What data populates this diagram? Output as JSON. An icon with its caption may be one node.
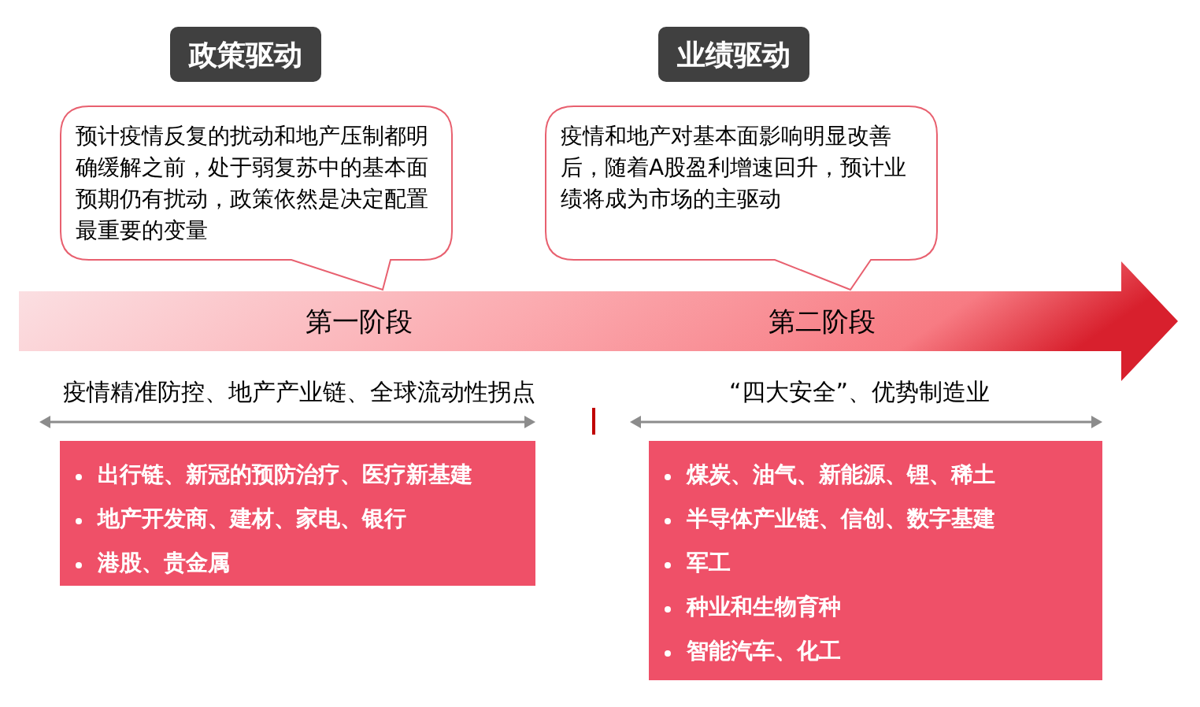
{
  "diagram": {
    "nodes": [
      {
        "text": [
          "政策驱动"
        ]
      },
      {
        "text": [
          "业绩驱动"
        ]
      },
      {
        "text": [
          "预计疫情反复的扰动和地产压制都明确缓解之前，处于弱复苏中的基本面预期仍有扰动，政策依然是决定配置最重要的变量"
        ]
      },
      {
        "text": [
          "疫情和地产对基本面影响明显改善后，随着A股盈利增速回升，预计业绩将成为市场的主驱动"
        ]
      },
      {
        "text": [
          "第一阶段",
          "第二阶段"
        ]
      },
      {
        "text": [
          "出行链、新冠的预防治疗、医疗新基建",
          "地产开发商、建材、家电、银行",
          "港股、贵金属"
        ]
      },
      {
        "text": [
          "煤炭、油气、新能源、锂、稀土",
          "半导体产业链、信创、数字基建",
          "军工",
          "种业和生物育种",
          "智能汽车、化工"
        ]
      }
    ],
    "labels": [
      "疫情精准防控、地产产业链、全球流动性拐点",
      "“四大安全”、优势制造业"
    ]
  }
}
